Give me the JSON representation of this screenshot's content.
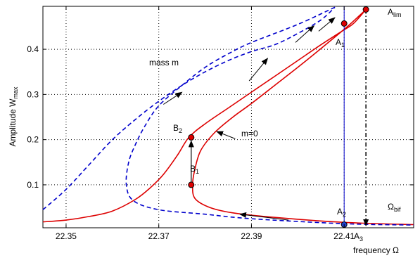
{
  "chart_data": {
    "type": "line",
    "xlabel": "frequency Ω",
    "ylabel": "Amplitude",
    "ylabel_main": "Amplitude W",
    "ylabel_sub": "max",
    "xlim": [
      22.345,
      22.425
    ],
    "ylim": [
      0.005,
      0.495
    ],
    "grid": true,
    "x_ticks": [
      22.35,
      22.37,
      22.39,
      22.41
    ],
    "x_tick_labels": [
      "22.35",
      "22.37",
      "22.39",
      "22.41"
    ],
    "y_ticks": [
      0.1,
      0.2,
      0.3,
      0.4
    ],
    "y_tick_labels": [
      "0.1",
      "0.2",
      "0.3",
      "0.4"
    ],
    "series": [
      {
        "name": "m=0",
        "color": "#dd0000",
        "style": "solid",
        "branches": [
          [
            [
              22.345,
              0.018
            ],
            [
              22.35,
              0.022
            ],
            [
              22.355,
              0.03
            ],
            [
              22.36,
              0.042
            ],
            [
              22.365,
              0.068
            ],
            [
              22.368,
              0.092
            ],
            [
              22.371,
              0.123
            ],
            [
              22.374,
              0.165
            ],
            [
              22.3765,
              0.205
            ],
            [
              22.38,
              0.235
            ],
            [
              22.385,
              0.27
            ],
            [
              22.39,
              0.305
            ],
            [
              22.395,
              0.34
            ],
            [
              22.4,
              0.375
            ],
            [
              22.405,
              0.41
            ],
            [
              22.4095,
              0.44
            ],
            [
              22.412,
              0.457
            ],
            [
              22.4147,
              0.488
            ]
          ],
          [
            [
              22.4147,
              0.488
            ],
            [
              22.411,
              0.453
            ],
            [
              22.406,
              0.41
            ],
            [
              22.4,
              0.36
            ],
            [
              22.395,
              0.32
            ],
            [
              22.39,
              0.28
            ],
            [
              22.386,
              0.25
            ],
            [
              22.382,
              0.215
            ],
            [
              22.379,
              0.175
            ],
            [
              22.3777,
              0.13
            ],
            [
              22.3773,
              0.1
            ],
            [
              22.3778,
              0.07
            ],
            [
              22.381,
              0.05
            ],
            [
              22.386,
              0.038
            ],
            [
              22.395,
              0.028
            ],
            [
              22.41,
              0.017
            ],
            [
              22.425,
              0.012
            ]
          ]
        ]
      },
      {
        "name": "mass m",
        "color": "#0000cc",
        "style": "dashed",
        "branches": [
          [
            [
              22.345,
              0.045
            ],
            [
              22.35,
              0.09
            ],
            [
              22.355,
              0.145
            ],
            [
              22.36,
              0.2
            ],
            [
              22.365,
              0.245
            ],
            [
              22.37,
              0.285
            ],
            [
              22.375,
              0.32
            ],
            [
              22.38,
              0.35
            ],
            [
              22.385,
              0.375
            ],
            [
              22.39,
              0.395
            ],
            [
              22.395,
              0.41
            ],
            [
              22.4,
              0.435
            ],
            [
              22.405,
              0.465
            ],
            [
              22.408,
              0.493
            ]
          ],
          [
            [
              22.408,
              0.493
            ],
            [
              22.4,
              0.455
            ],
            [
              22.39,
              0.415
            ],
            [
              22.385,
              0.39
            ],
            [
              22.38,
              0.36
            ],
            [
              22.375,
              0.32
            ],
            [
              22.37,
              0.275
            ],
            [
              22.367,
              0.23
            ],
            [
              22.365,
              0.19
            ],
            [
              22.3635,
              0.15
            ],
            [
              22.363,
              0.1
            ],
            [
              22.3645,
              0.065
            ],
            [
              22.37,
              0.045
            ],
            [
              22.38,
              0.035
            ],
            [
              22.39,
              0.025
            ],
            [
              22.41,
              0.014
            ],
            [
              22.425,
              0.011
            ]
          ]
        ]
      }
    ],
    "points": [
      {
        "label": "A",
        "sub": "lim",
        "x": 22.4147,
        "y": 0.488,
        "fill": "#dd0000"
      },
      {
        "label": "A",
        "sub": "1",
        "x": 22.41,
        "y": 0.457,
        "fill": "#dd0000"
      },
      {
        "label": "A",
        "sub": "2",
        "x": 22.41,
        "y": 0.012,
        "fill": "#2040cc"
      },
      {
        "label": "A",
        "sub": "3",
        "x": 22.41,
        "y": 0.012,
        "fill": "none"
      },
      {
        "label": "B",
        "sub": "2",
        "x": 22.377,
        "y": 0.205,
        "fill": "#dd0000"
      },
      {
        "label": "B",
        "sub": "1",
        "x": 22.377,
        "y": 0.1,
        "fill": "#dd0000"
      }
    ],
    "bifurcation_label": {
      "main": "Ω",
      "sub": "bif"
    },
    "annotations": [
      "mass m",
      "m=0"
    ]
  }
}
